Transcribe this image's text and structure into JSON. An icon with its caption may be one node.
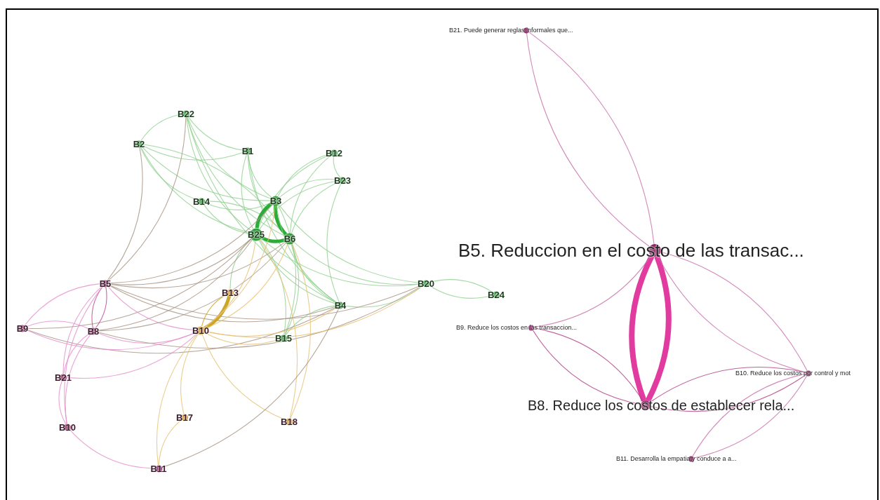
{
  "diagram": {
    "nodes": [
      {
        "text": [
          "B22"
        ]
      },
      {
        "text": [
          "B2"
        ]
      },
      {
        "text": [
          "B1"
        ]
      },
      {
        "text": [
          "B12"
        ]
      },
      {
        "text": [
          "B23"
        ]
      },
      {
        "text": [
          "B14"
        ]
      },
      {
        "text": [
          "B3"
        ]
      },
      {
        "text": [
          "B25"
        ]
      },
      {
        "text": [
          "B6"
        ]
      },
      {
        "text": [
          "B5"
        ]
      },
      {
        "text": [
          "B13"
        ]
      },
      {
        "text": [
          "B20"
        ]
      },
      {
        "text": [
          "B24"
        ]
      },
      {
        "text": [
          "B4"
        ]
      },
      {
        "text": [
          "B9"
        ]
      },
      {
        "text": [
          "B8"
        ]
      },
      {
        "text": [
          "B10"
        ]
      },
      {
        "text": [
          "B15"
        ]
      },
      {
        "text": [
          "B21"
        ]
      },
      {
        "text": [
          "B17"
        ]
      },
      {
        "text": [
          "B18"
        ]
      },
      {
        "text": [
          "B10"
        ]
      },
      {
        "text": [
          "B11"
        ]
      },
      {
        "text": [
          "B21. Puede generar reglas informales que..."
        ]
      },
      {
        "text": [
          "B5. Reduccion en el costo de las transac..."
        ]
      },
      {
        "text": [
          "B9. Reduce los costos en las transaccion..."
        ]
      },
      {
        "text": [
          "B10. Reduce los costos por control y mot"
        ]
      },
      {
        "text": [
          "B8. Reduce los costos de establecer rela..."
        ]
      },
      {
        "text": [
          "B11. Desarrolla la empatia y conduce a a..."
        ]
      }
    ],
    "edges": [
      {
        "from": 0,
        "to": 1,
        "arrow": "none"
      },
      {
        "from": 0,
        "to": 2,
        "arrow": "none"
      },
      {
        "from": 0,
        "to": 6,
        "arrow": "none"
      },
      {
        "from": 0,
        "to": 7,
        "arrow": "none"
      },
      {
        "from": 0,
        "to": 8,
        "arrow": "none"
      },
      {
        "from": 0,
        "to": 13,
        "arrow": "none"
      },
      {
        "from": 1,
        "to": 2,
        "arrow": "none"
      },
      {
        "from": 1,
        "to": 6,
        "arrow": "none"
      },
      {
        "from": 1,
        "to": 7,
        "arrow": "none"
      },
      {
        "from": 8,
        "to": 1,
        "arrow": "none"
      },
      {
        "from": 1,
        "to": 5,
        "arrow": "none"
      },
      {
        "from": 2,
        "to": 6,
        "arrow": "none"
      },
      {
        "from": 2,
        "to": 7,
        "arrow": "none"
      },
      {
        "from": 2,
        "to": 8,
        "arrow": "none"
      },
      {
        "from": 2,
        "to": 13,
        "arrow": "none"
      },
      {
        "from": 3,
        "to": 4,
        "arrow": "none"
      },
      {
        "from": 3,
        "to": 6,
        "arrow": "none"
      },
      {
        "from": 3,
        "to": 7,
        "arrow": "none"
      },
      {
        "from": 3,
        "to": 8,
        "arrow": "none"
      },
      {
        "from": 4,
        "to": 6,
        "arrow": "none"
      },
      {
        "from": 4,
        "to": 7,
        "arrow": "none"
      },
      {
        "from": 4,
        "to": 8,
        "arrow": "none"
      },
      {
        "from": 4,
        "to": 13,
        "arrow": "none"
      },
      {
        "from": 5,
        "to": 6,
        "arrow": "none"
      },
      {
        "from": 5,
        "to": 7,
        "arrow": "none"
      },
      {
        "from": 8,
        "to": 5,
        "arrow": "none"
      },
      {
        "from": 6,
        "to": 7,
        "arrow": "none",
        "style": "thick",
        "color": "#22a82e"
      },
      {
        "from": 7,
        "to": 8,
        "arrow": "none",
        "style": "thick",
        "color": "#22a82e"
      },
      {
        "from": 6,
        "to": 8,
        "arrow": "none",
        "style": "thick",
        "color": "#22a82e"
      },
      {
        "from": 6,
        "to": 13,
        "arrow": "none"
      },
      {
        "from": 7,
        "to": 13,
        "arrow": "none"
      },
      {
        "from": 8,
        "to": 13,
        "arrow": "none"
      },
      {
        "from": 7,
        "to": 11,
        "arrow": "none"
      },
      {
        "from": 8,
        "to": 11,
        "arrow": "none"
      },
      {
        "from": 6,
        "to": 11,
        "arrow": "none"
      },
      {
        "from": 11,
        "to": 12,
        "arrow": "none"
      },
      {
        "from": 12,
        "to": 11,
        "arrow": "none"
      },
      {
        "from": 13,
        "to": 11,
        "arrow": "none"
      },
      {
        "from": 17,
        "to": 7,
        "arrow": "none"
      },
      {
        "from": 17,
        "to": 8,
        "arrow": "none"
      },
      {
        "from": 17,
        "to": 6,
        "arrow": "none"
      },
      {
        "from": 13,
        "to": 17,
        "arrow": "none"
      },
      {
        "from": 7,
        "to": 10,
        "arrow": "none"
      },
      {
        "from": 9,
        "to": 7,
        "arrow": "none",
        "color": "#a69282"
      },
      {
        "from": 9,
        "to": 6,
        "arrow": "none",
        "color": "#a69282"
      },
      {
        "from": 9,
        "to": 8,
        "arrow": "none",
        "color": "#a69282"
      },
      {
        "from": 9,
        "to": 1,
        "arrow": "none",
        "color": "#a69282"
      },
      {
        "from": 9,
        "to": 0,
        "arrow": "none",
        "color": "#a69282"
      },
      {
        "from": 9,
        "to": 13,
        "arrow": "none",
        "color": "#a69282"
      },
      {
        "from": 9,
        "to": 11,
        "arrow": "none",
        "color": "#a69282"
      },
      {
        "from": 15,
        "to": 7,
        "arrow": "none",
        "color": "#a69282"
      },
      {
        "from": 15,
        "to": 8,
        "arrow": "none",
        "color": "#a69282"
      },
      {
        "from": 15,
        "to": 11,
        "arrow": "none",
        "color": "#a69282"
      },
      {
        "from": 14,
        "to": 7,
        "arrow": "none",
        "color": "#a69282"
      },
      {
        "from": 14,
        "to": 13,
        "arrow": "none",
        "color": "#a69282"
      },
      {
        "from": 9,
        "to": 15,
        "arrow": "none",
        "color": "#c0408f"
      },
      {
        "from": 15,
        "to": 9,
        "arrow": "none",
        "color": "#c0408f"
      },
      {
        "from": 9,
        "to": 14,
        "arrow": "none",
        "color": "#e48ccb"
      },
      {
        "from": 9,
        "to": 18,
        "arrow": "none",
        "color": "#e48ccb"
      },
      {
        "from": 9,
        "to": 21,
        "arrow": "none",
        "color": "#e48ccb"
      },
      {
        "from": 15,
        "to": 14,
        "arrow": "none",
        "color": "#e48ccb"
      },
      {
        "from": 15,
        "to": 18,
        "arrow": "none",
        "color": "#e48ccb"
      },
      {
        "from": 15,
        "to": 21,
        "arrow": "none",
        "color": "#e48ccb"
      },
      {
        "from": 14,
        "to": 16,
        "arrow": "none",
        "color": "#e48ccb"
      },
      {
        "from": 9,
        "to": 16,
        "arrow": "none",
        "color": "#e48ccb"
      },
      {
        "from": 15,
        "to": 16,
        "arrow": "none",
        "color": "#e48ccb"
      },
      {
        "from": 21,
        "to": 22,
        "arrow": "none",
        "color": "#e48ccb"
      },
      {
        "from": 18,
        "to": 21,
        "arrow": "none",
        "color": "#e48ccb"
      },
      {
        "from": 18,
        "to": 16,
        "arrow": "none",
        "color": "#e48ccb"
      },
      {
        "from": 16,
        "to": 10,
        "arrow": "none",
        "style": "thick",
        "color": "#c9a020"
      },
      {
        "from": 10,
        "to": 16,
        "arrow": "none",
        "color": "#c9a020"
      },
      {
        "from": 16,
        "to": 7,
        "arrow": "none",
        "color": "#e6c070"
      },
      {
        "from": 16,
        "to": 6,
        "arrow": "none",
        "color": "#e6c070"
      },
      {
        "from": 16,
        "to": 8,
        "arrow": "none",
        "color": "#e6c070"
      },
      {
        "from": 16,
        "to": 19,
        "arrow": "none",
        "color": "#e6c070"
      },
      {
        "from": 16,
        "to": 20,
        "arrow": "none",
        "color": "#e6c070"
      },
      {
        "from": 16,
        "to": 22,
        "arrow": "none",
        "color": "#e6c070"
      },
      {
        "from": 16,
        "to": 17,
        "arrow": "none",
        "color": "#e6c070"
      },
      {
        "from": 16,
        "to": 13,
        "arrow": "none",
        "color": "#e6c070"
      },
      {
        "from": 16,
        "to": 11,
        "arrow": "none",
        "color": "#e6c070"
      },
      {
        "from": 19,
        "to": 22,
        "arrow": "none",
        "color": "#e6c070"
      },
      {
        "from": 20,
        "to": 7,
        "arrow": "none",
        "color": "#e6c070"
      },
      {
        "from": 20,
        "to": 8,
        "arrow": "none",
        "color": "#e6c070"
      },
      {
        "from": 22,
        "to": 13,
        "arrow": "none",
        "color": "#a69282"
      },
      {
        "from": 23,
        "to": 24,
        "arrow": "none",
        "color": "#c76aa8"
      },
      {
        "from": 24,
        "to": 23,
        "arrow": "none",
        "color": "#c76aa8"
      },
      {
        "from": 24,
        "to": 27,
        "arrow": "none",
        "style": "thick",
        "color": "#e0309a"
      },
      {
        "from": 27,
        "to": 24,
        "arrow": "none",
        "style": "thick",
        "color": "#e0309a"
      },
      {
        "from": 25,
        "to": 24,
        "arrow": "none",
        "color": "#c76aa8"
      },
      {
        "from": 25,
        "to": 27,
        "arrow": "none",
        "color": "#b03a85"
      },
      {
        "from": 27,
        "to": 25,
        "arrow": "none",
        "color": "#b03a85"
      },
      {
        "from": 24,
        "to": 26,
        "arrow": "none",
        "color": "#c76aa8"
      },
      {
        "from": 26,
        "to": 24,
        "arrow": "none",
        "color": "#c76aa8"
      },
      {
        "from": 27,
        "to": 26,
        "arrow": "none",
        "color": "#b03a85"
      },
      {
        "from": 26,
        "to": 27,
        "arrow": "none",
        "color": "#b03a85"
      },
      {
        "from": 26,
        "to": 28,
        "arrow": "none",
        "color": "#c76aa8"
      },
      {
        "from": 28,
        "to": 26,
        "arrow": "none",
        "color": "#c76aa8"
      }
    ]
  }
}
